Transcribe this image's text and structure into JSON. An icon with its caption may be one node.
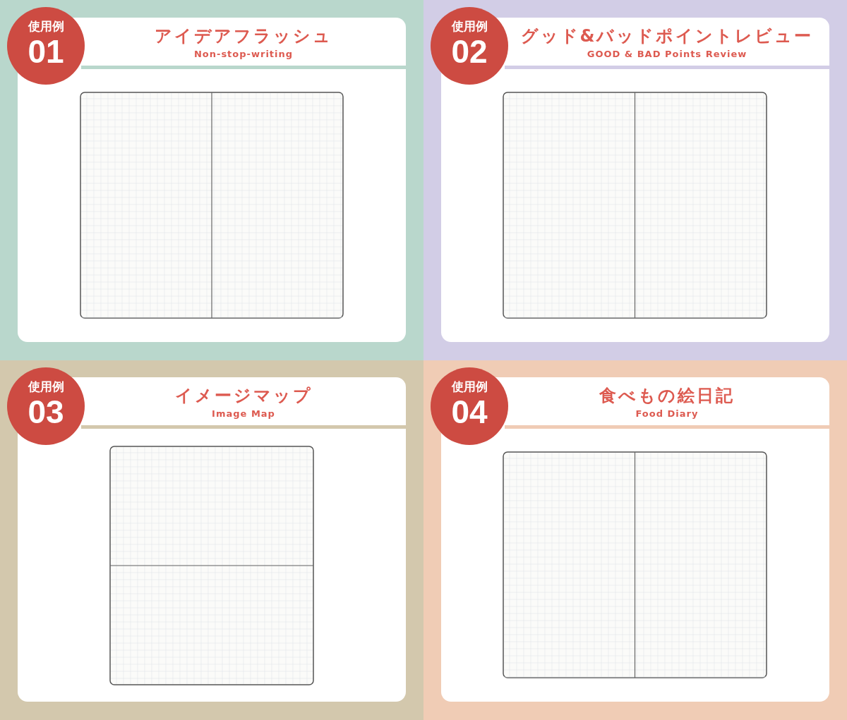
{
  "diagram": {
    "nodes": [
      {
        "text": [
          "使用例",
          "01"
        ]
      },
      {
        "text": [
          "アイデアフラッシュ",
          "Non-stop-writing"
        ]
      },
      {
        "text": [],
        "shape": "picture",
        "in": 1
      },
      {
        "text": [
          "使用例",
          "02"
        ]
      },
      {
        "text": [
          "グッド&バッドポイントレビュー",
          "GOOD & BAD Points Review"
        ]
      },
      {
        "text": [],
        "shape": "picture",
        "in": 4
      },
      {
        "text": [
          "使用例",
          "03"
        ]
      },
      {
        "text": [
          "イメージマップ",
          "Image Map"
        ]
      },
      {
        "text": [],
        "shape": "picture",
        "in": 7
      },
      {
        "text": [
          "使用例",
          "04"
        ]
      },
      {
        "text": [
          "食べもの絵日記",
          "Food Diary"
        ]
      },
      {
        "text": [],
        "shape": "picture",
        "in": 10
      }
    ]
  }
}
